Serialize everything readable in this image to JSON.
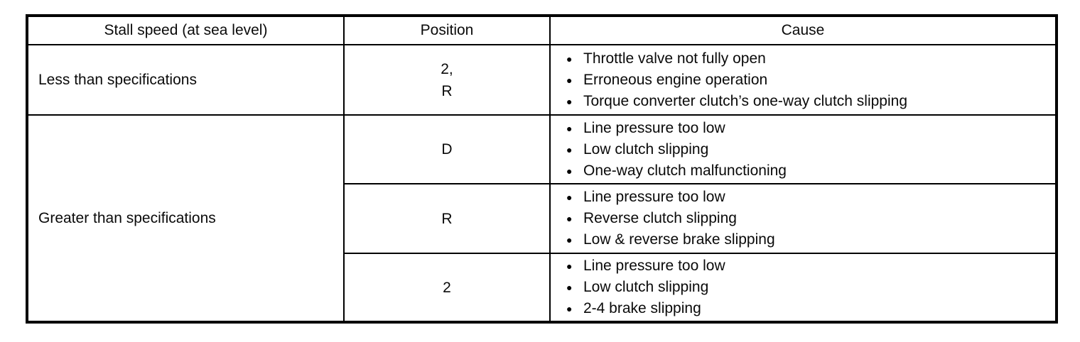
{
  "document": {
    "kind": "stall-test-diagnosis-table"
  },
  "icons": {
    "bullet_glyph": "●"
  },
  "headers": {
    "stall_speed": "Stall speed (at sea level)",
    "position": "Position",
    "cause": "Cause"
  },
  "rows": {
    "less_than": {
      "label": "Less than specifications",
      "position_line1": "2,",
      "position_line2": "R",
      "causes": [
        "Throttle valve not fully open",
        "Erroneous engine operation",
        "Torque converter clutch’s one-way clutch slipping"
      ]
    },
    "greater_than": {
      "label": "Greater than specifications",
      "sub_rows": [
        {
          "position": "D",
          "causes": [
            "Line pressure too low",
            "Low clutch slipping",
            "One-way clutch malfunctioning"
          ]
        },
        {
          "position": "R",
          "causes": [
            "Line pressure too low",
            "Reverse clutch slipping",
            "Low & reverse brake slipping"
          ]
        },
        {
          "position": "2",
          "causes": [
            "Line pressure too low",
            "Low clutch slipping",
            "2-4 brake slipping"
          ]
        }
      ]
    }
  }
}
